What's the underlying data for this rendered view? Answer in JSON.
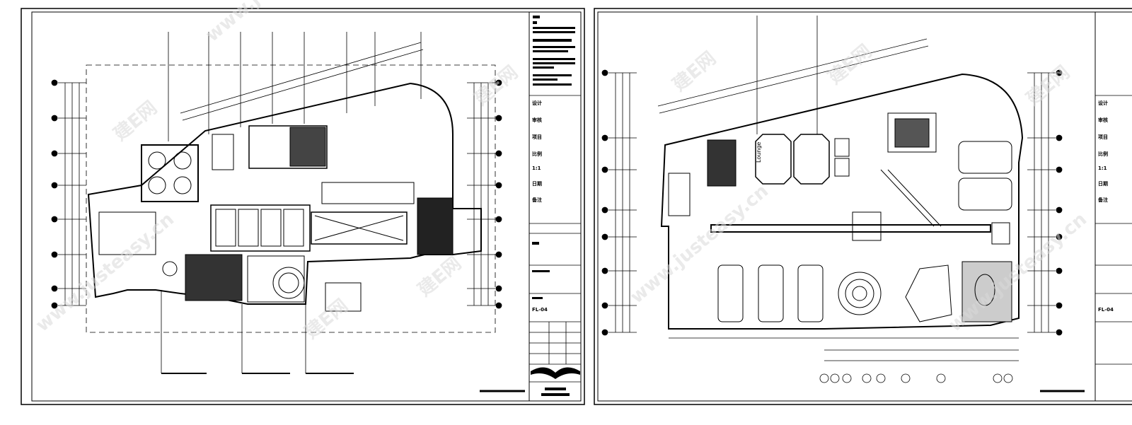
{
  "sheets": [
    {
      "title_block": {
        "scale": "1:1",
        "drawing_no": "FL-04",
        "rows": [
          "设计",
          "审核",
          "项目",
          "比例",
          "日期",
          "备注"
        ]
      }
    },
    {
      "title_block": {
        "scale": "1:1",
        "drawing_no": "FL-04",
        "rows": [
          "设计",
          "审核",
          "项目",
          "比例",
          "日期",
          "备注"
        ]
      },
      "label": "Lounge"
    }
  ],
  "watermark": {
    "site": "www.justeasy.cn",
    "brand": "建E网"
  },
  "colors": {
    "line": "#000000",
    "watermark": "#d9d9d9"
  }
}
